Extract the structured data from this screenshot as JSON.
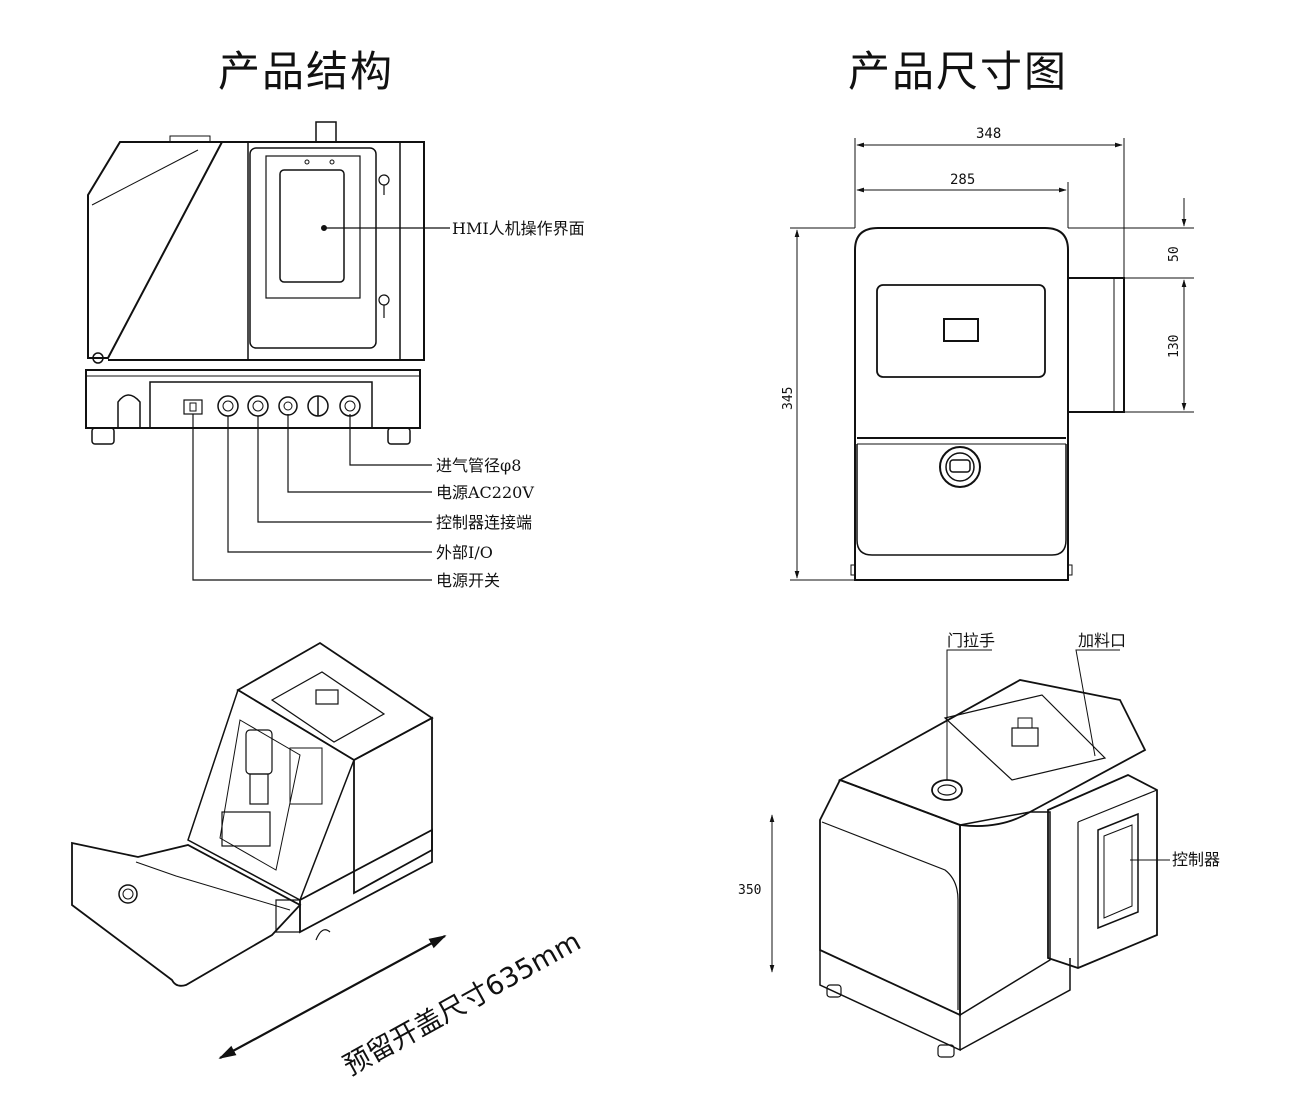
{
  "titles": {
    "structure": "产品结构",
    "dimensions": "产品尺寸图"
  },
  "structure_callouts": {
    "hmi": "HMI人机操作界面",
    "air_inlet": "进气管径φ8",
    "power": "电源AC220V",
    "controller_port": "控制器连接端",
    "external_io": "外部I/O",
    "power_switch": "电源开关"
  },
  "front_dimensions": {
    "overall_width": "348",
    "body_width": "285",
    "height": "345",
    "offset_top": "50",
    "controller_height": "130"
  },
  "iso_open_view": {
    "clearance_note": "预留开盖尺寸635mm"
  },
  "iso_closed_view": {
    "door_handle": "门拉手",
    "feed_port": "加料口",
    "controller": "控制器",
    "height": "350"
  }
}
